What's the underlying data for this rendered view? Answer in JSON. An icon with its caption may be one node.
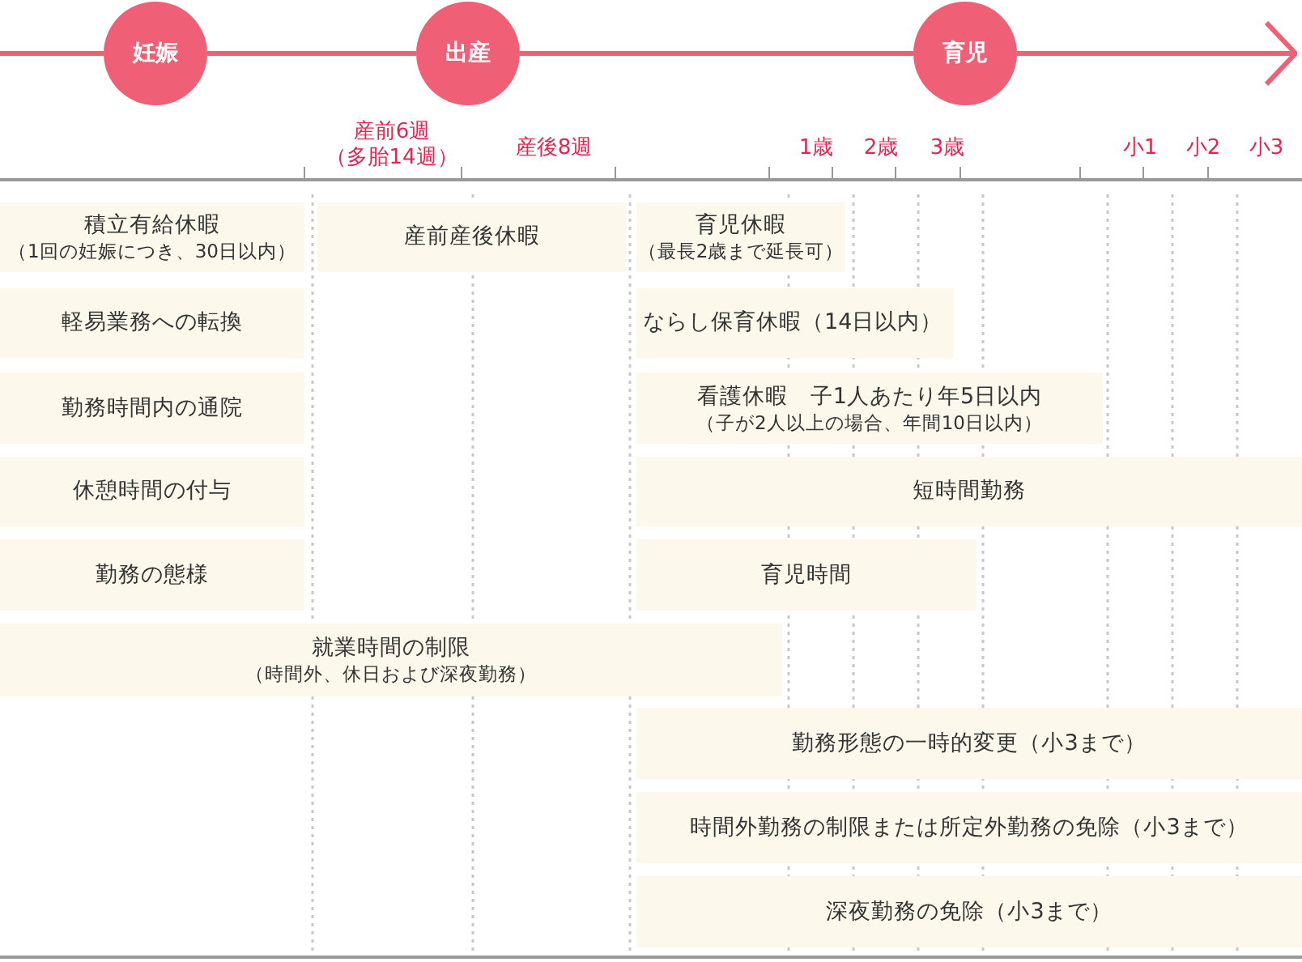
{
  "diagram": {
    "nodes": [
      {
        "text": [
          "妊娠"
        ]
      },
      {
        "text": [
          "出産"
        ]
      },
      {
        "text": [
          "育児"
        ]
      },
      {
        "text": [
          "積立有給休暇",
          "（1回の妊娠につき、30日以内）"
        ]
      },
      {
        "text": [
          "産前産後休暇"
        ]
      },
      {
        "text": [
          "育児休暇",
          "（最長2歳まで延長可）"
        ]
      },
      {
        "text": [
          "軽易業務への転換"
        ]
      },
      {
        "text": [
          "ならし保育休暇（14日以内）"
        ]
      },
      {
        "text": [
          "勤務時間内の通院"
        ]
      },
      {
        "text": [
          "看護休暇　子1人あたり年5日以内",
          "（子が2人以上の場合、年間10日以内）"
        ]
      },
      {
        "text": [
          "休憩時間の付与"
        ]
      },
      {
        "text": [
          "短時間勤務"
        ]
      },
      {
        "text": [
          "勤務の態様"
        ]
      },
      {
        "text": [
          "育児時間"
        ]
      },
      {
        "text": [
          "就業時間の制限",
          "（時間外、休日および深夜勤務）"
        ]
      },
      {
        "text": [
          "勤務形態の一時的変更（小3まで）"
        ]
      },
      {
        "text": [
          "時間外勤務の制限または所定外勤務の免除（小3まで）"
        ]
      },
      {
        "text": [
          "深夜勤務の免除（小3まで）"
        ]
      }
    ],
    "edges": [
      {
        "from": null,
        "to": 0,
        "arrow": "none"
      },
      {
        "from": 0,
        "to": 1,
        "arrow": "none"
      },
      {
        "from": 1,
        "to": 2,
        "arrow": "none"
      },
      {
        "from": 2,
        "to": null,
        "arrow": "to"
      }
    ],
    "labels": [
      "産前6週（多胎14週）",
      "産後8週",
      "1歳",
      "2歳",
      "3歳",
      "小1",
      "小2",
      "小3"
    ]
  }
}
